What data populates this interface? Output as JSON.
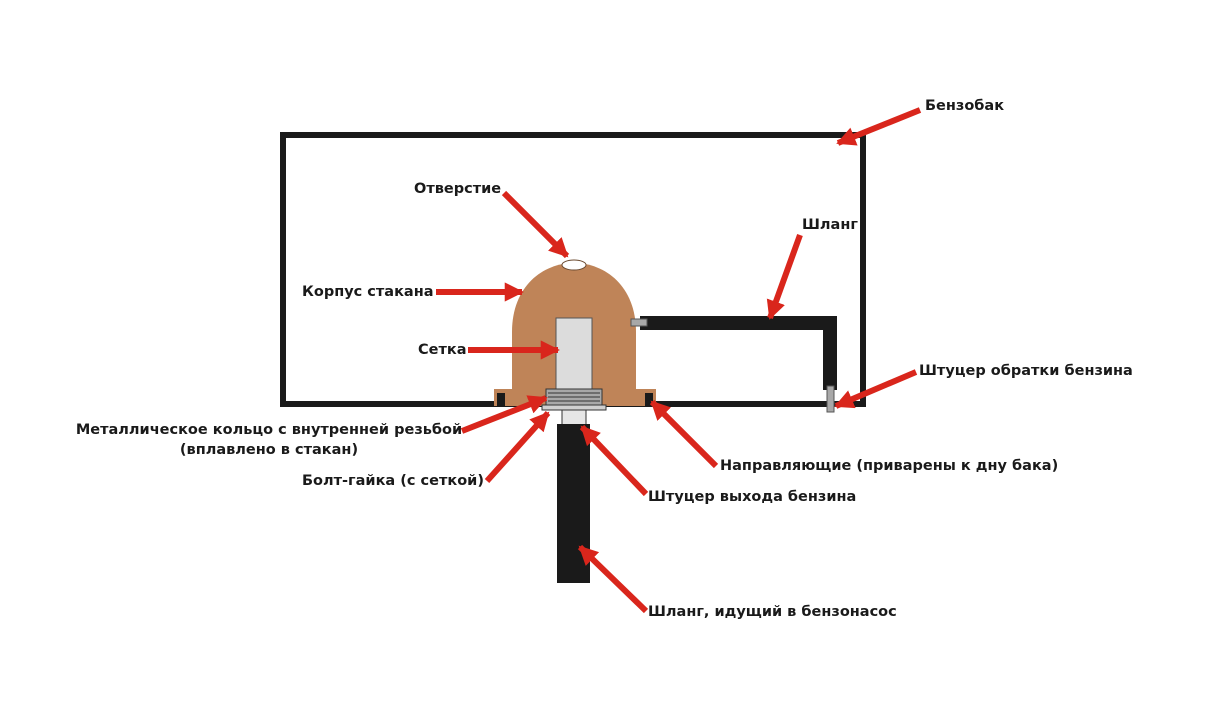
{
  "labels": {
    "tank": "Бензобак",
    "hole": "Отверстие",
    "hose": "Шланг",
    "cup_body": "Корпус стакана",
    "mesh": "Сетка",
    "return_fitting": "Штуцер обратки бензина",
    "metal_ring_line1": "Металлическое кольцо с внутренней резьбой",
    "metal_ring_line2": "(вплавлено в стакан)",
    "guides": "Направляющие (приварены к дну бака)",
    "bolt_nut": "Болт-гайка (с сеткой)",
    "outlet_fitting": "Штуцер выхода бензина",
    "pump_hose": "Шланг, идущий в бензонасос"
  },
  "colors": {
    "outline": "#1a1a1a",
    "cup": "#bf8458",
    "mesh": "#dcdcdc",
    "arrow": "#d9261c",
    "metal": "#a8a8a8"
  }
}
